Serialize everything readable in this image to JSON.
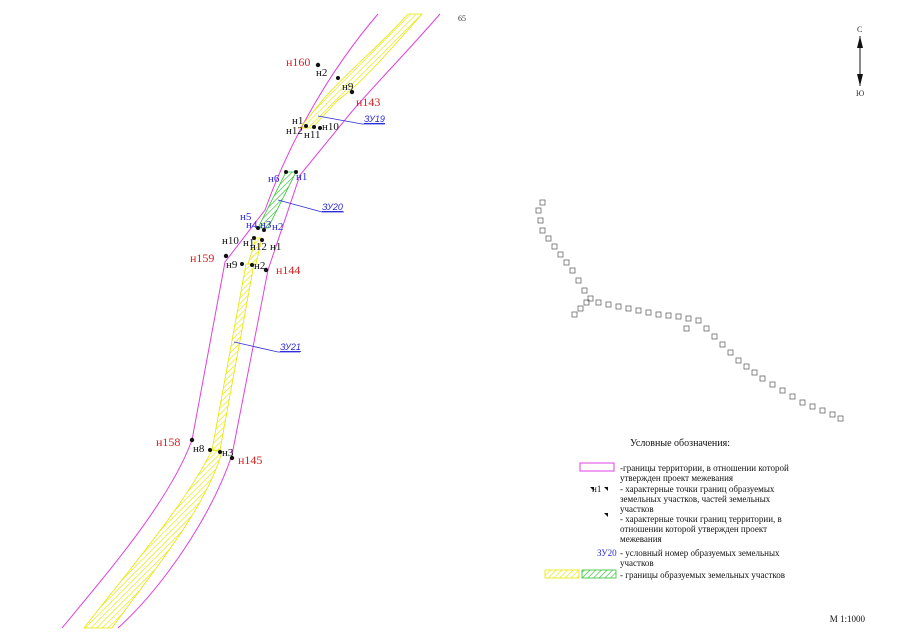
{
  "page_number": "65",
  "scale": "М 1:1000",
  "north_arrow": {
    "top": "С",
    "bottom": "Ю"
  },
  "territory_points": [
    "н160",
    "н143",
    "н159",
    "н144",
    "н158",
    "н145"
  ],
  "plot_points": [
    "н2",
    "н9",
    "н1",
    "н10",
    "н12",
    "н11",
    "н1",
    "н10",
    "н12",
    "н1",
    "н9",
    "н2",
    "н8",
    "н3"
  ],
  "plot_points_blue": [
    "н6",
    "н1",
    "н5",
    "н4",
    "н3",
    "н2"
  ],
  "zu_labels": [
    "ЗУ19",
    "ЗУ20",
    "ЗУ21"
  ],
  "legend": {
    "title": "Условные обозначения:",
    "items": [
      "-границы территории, в отношении которой утвержден проект межевания",
      "- характерные точки границ образуемых земельных участков, частей земельных участков",
      "- характерные точки границ территории, в отношении которой утвержден проект межевания",
      "- условный номер образуемых земельных участков",
      "- границы образуемых земельных участков"
    ],
    "sample_points": "н1",
    "sample_zu": "ЗУ20"
  },
  "colors": {
    "territory": "#e040e0",
    "plots": "#f0f040",
    "plot_zu20": "#40d040",
    "red_labels": "#d62020",
    "blue_labels": "#2a2ad8"
  },
  "icons": [
    "north-arrow-icon",
    "point-marker-icon",
    "overview-route-icon"
  ]
}
